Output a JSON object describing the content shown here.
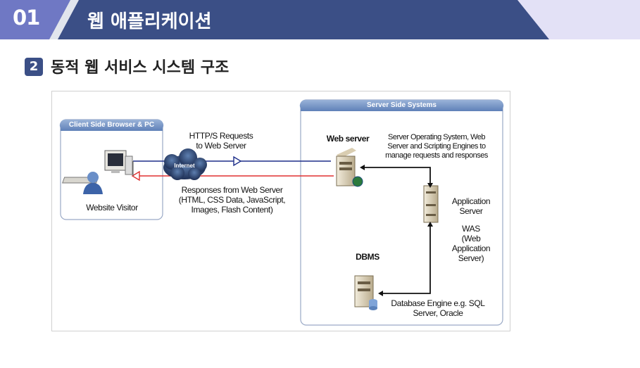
{
  "header": {
    "number": "01",
    "title": "웹 애플리케이션"
  },
  "section": {
    "number": "2",
    "title": "동적 웹 서비스 시스템 구조"
  },
  "diagram": {
    "client_panel_title": "Client Side Browser & PC",
    "server_panel_title": "Server Side Systems",
    "visitor_label": "Website Visitor",
    "internet_label": "Internet",
    "request_label": "HTTP/S Requests\nto Web Server",
    "response_label": "Responses from Web Server\n(HTML, CSS Data, JavaScript,\nImages, Flash Content)",
    "web_server_label": "Web server",
    "web_server_desc": "Server Operating System, Web\nServer and Scripting Engines to\nmanage requests and responses",
    "app_server_label": "Application\nServer",
    "was_label": "WAS\n(Web\nApplication\nServer)",
    "dbms_label": "DBMS",
    "db_desc": "Database Engine e.g. SQL\nServer, Oracle"
  }
}
